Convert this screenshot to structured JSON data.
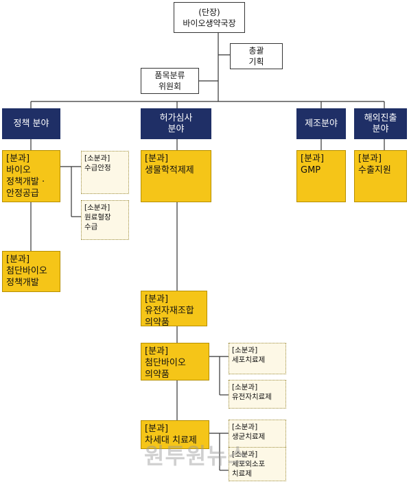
{
  "top": {
    "line1": "(단장)",
    "line2": "바이오생약국장"
  },
  "planning": {
    "line1": "총괄",
    "line2": "기획"
  },
  "committee": {
    "line1": "품목분류",
    "line2": "위원회"
  },
  "headers": {
    "policy": {
      "line1": "정책 분야"
    },
    "approval": {
      "line1": "허가심사",
      "line2": "분야"
    },
    "manufacturing": {
      "line1": "제조분야"
    },
    "overseas": {
      "line1": "해외진출",
      "line2": "분야"
    }
  },
  "policy": {
    "bio": {
      "l1": "[분과]",
      "l2": "바이오",
      "l3": "정책개발 ·",
      "l4": "안정공급"
    },
    "sub_supply": {
      "l1": "[소분과]",
      "l2": "수급안정"
    },
    "sub_raw": {
      "l1": "[소분과]",
      "l2": "원료혈장",
      "l3": "수급"
    },
    "advanced": {
      "l1": "[분과]",
      "l2": "첨단바이오",
      "l3": "정책개발"
    }
  },
  "approval": {
    "biologics": {
      "l1": "[분과]",
      "l2": "생물학적제제"
    },
    "recombinant": {
      "l1": "[분과]",
      "l2": "유전자재조합",
      "l3": "의약품"
    },
    "advanced_bio": {
      "l1": "[분과]",
      "l2": "첨단바이오",
      "l3": "의약품"
    },
    "sub_cell": {
      "l1": "[소분과]",
      "l2": "세포치료제"
    },
    "sub_gene": {
      "l1": "[소분과]",
      "l2": "유전자치료제"
    },
    "next_gen": {
      "l1": "[분과]",
      "l2": "차세대 치료제"
    },
    "sub_microbe": {
      "l1": "[소분과]",
      "l2": "생균치료제"
    },
    "sub_vesicle": {
      "l1": "[소분과]",
      "l2": "세포외소포",
      "l3": "치료제"
    }
  },
  "manufacturing": {
    "gmp": {
      "l1": "[분과]",
      "l2": "GMP"
    }
  },
  "overseas": {
    "export": {
      "l1": "[분과]",
      "l2": "수출지원"
    }
  },
  "watermark": "원투원뉴스"
}
